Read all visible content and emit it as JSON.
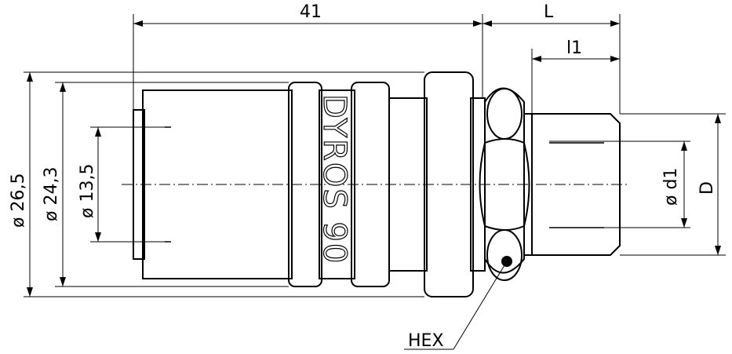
{
  "dimensions": {
    "length_top": "41",
    "length_L": "L",
    "length_l1": "l1",
    "dia_outer": "ø 26,5",
    "dia_body": "ø 24,3",
    "dia_bore": "ø 13,5",
    "dia_d1": "ø d1",
    "dia_D": "D"
  },
  "labels": {
    "hex": "HEX",
    "brand": "DYROS 90"
  }
}
